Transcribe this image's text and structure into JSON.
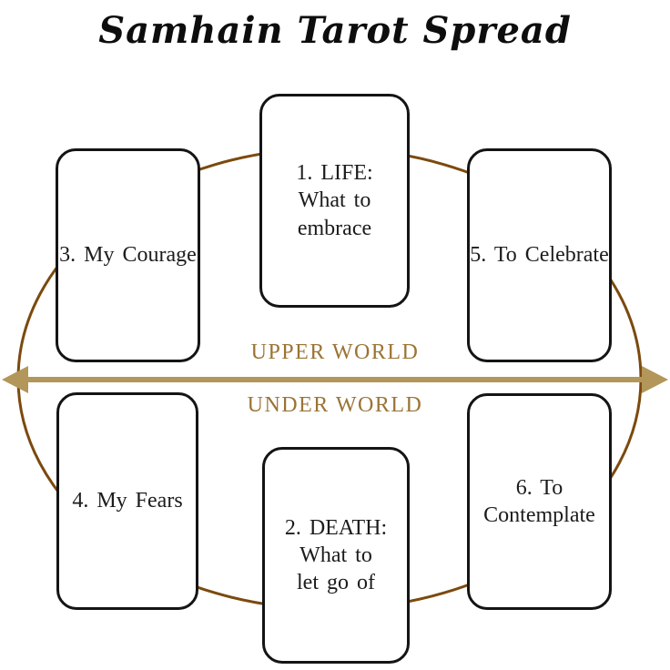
{
  "title": "Samhain Tarot Spread",
  "axis": {
    "upper_label": "UPPER WORLD",
    "under_label": "UNDER WORLD"
  },
  "colors": {
    "background": "#ffffff",
    "title_text": "#0d0d0d",
    "ellipse_stroke": "#7b4a0e",
    "arrow": "#b39659",
    "world_label": "#9a7434",
    "card_border": "#141414",
    "card_text": "#1c1c1c"
  },
  "cards": [
    {
      "number": 1,
      "position": "top-center",
      "lines": [
        "1. LIFE:",
        "What to",
        "embrace"
      ]
    },
    {
      "number": 2,
      "position": "bottom-center",
      "lines": [
        "2. DEATH:",
        "What to",
        "let go of"
      ]
    },
    {
      "number": 3,
      "position": "upper-left",
      "lines": [
        "3. My Courage"
      ]
    },
    {
      "number": 4,
      "position": "lower-left",
      "lines": [
        "4. My Fears"
      ]
    },
    {
      "number": 5,
      "position": "upper-right",
      "lines": [
        "5. To Celebrate"
      ]
    },
    {
      "number": 6,
      "position": "lower-right",
      "lines": [
        "6. To",
        "Contemplate"
      ]
    }
  ]
}
